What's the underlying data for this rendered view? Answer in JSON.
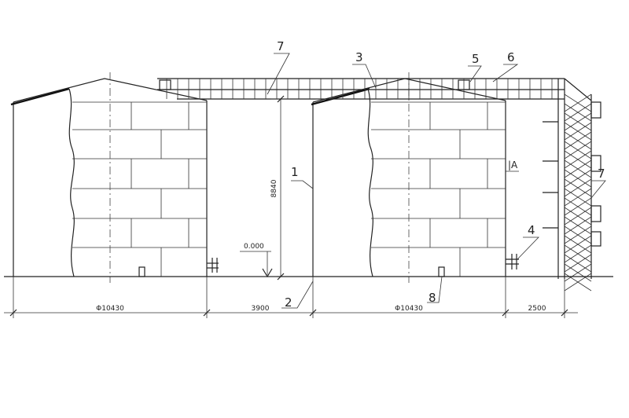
{
  "callouts": {
    "c1": "1",
    "c2": "2",
    "c3": "3",
    "c4": "4",
    "c5": "5",
    "c6": "6",
    "c7a": "7",
    "c7b": "7",
    "c8": "8"
  },
  "dimensions": {
    "left_tank_diameter": "Φ10430",
    "gap": "3900",
    "right_tank_diameter": "Φ10430",
    "stair_width": "2500",
    "height": "8840",
    "elevation": "0.000"
  },
  "section_mark": "|A"
}
